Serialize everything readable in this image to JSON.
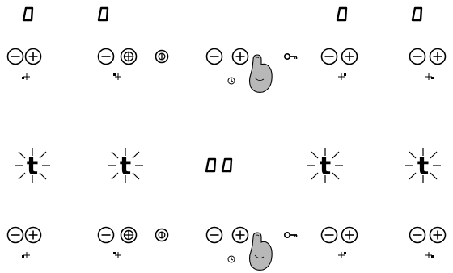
{
  "top_panel": {
    "zone_displays": [
      "0",
      "0",
      "0",
      "0"
    ],
    "timer_icon": "clock-icon",
    "press_indicator": "finger-press-icon",
    "controls": [
      {
        "minus": "minus-icon",
        "plus": "plus-icon",
        "zone_indicator": "rear-left-zone-dot-icon"
      },
      {
        "minus": "minus-icon",
        "plus": "dual-ring-plus-icon",
        "zone_indicator": "front-left-zone-dot-icon",
        "extra": "power-icon"
      },
      {
        "minus": "minus-icon",
        "plus": "plus-icon",
        "zone_indicator": "timer",
        "extra": "key-lock-icon"
      },
      {
        "minus": "minus-icon",
        "plus": "plus-icon",
        "zone_indicator": "rear-right-zone-dot-icon"
      },
      {
        "minus": "minus-icon",
        "plus": "plus-icon",
        "zone_indicator": "front-right-zone-dot-icon"
      }
    ]
  },
  "bottom_panel": {
    "zone_displays": [
      "t",
      "t",
      "t",
      "t"
    ],
    "zone_display_state": "flashing",
    "timer_display": "00"
  },
  "colors": {
    "ink": "#000000",
    "finger_fill": "#b8b8b8"
  }
}
